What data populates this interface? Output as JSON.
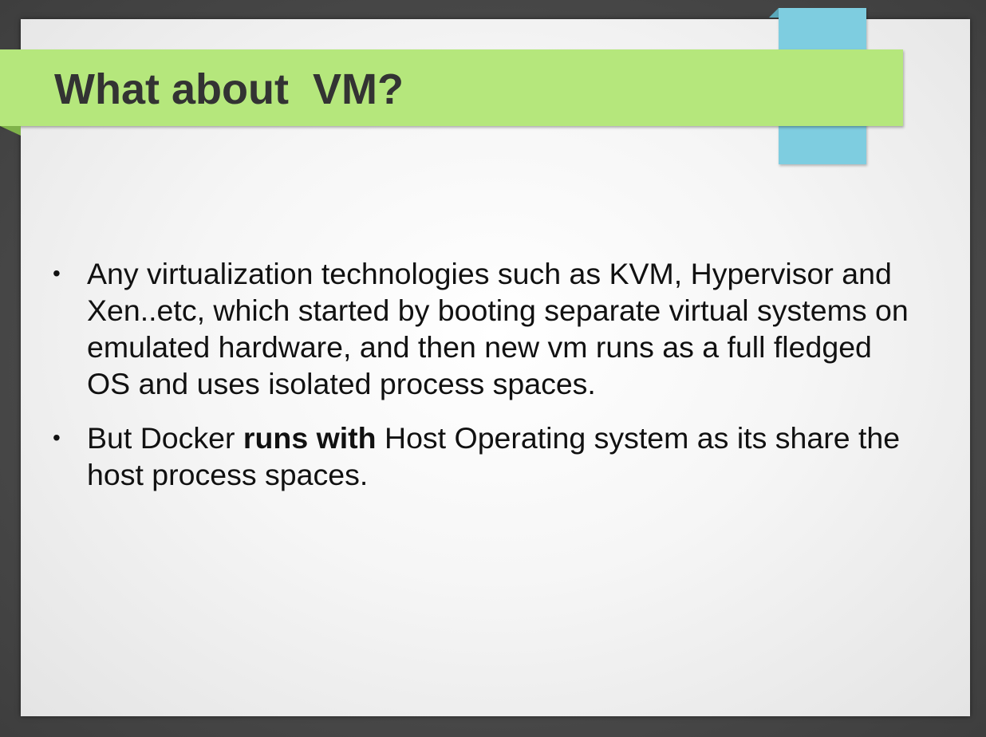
{
  "slide": {
    "title": "What about  VM?",
    "bullets": [
      {
        "text": "Any virtualization technologies such as KVM, Hypervisor and Xen..etc, which started by booting separate virtual systems on emulated hardware, and then new vm runs as a full fledged OS and uses isolated process spaces."
      },
      {
        "text_before": "But Docker ",
        "text_bold": "runs with",
        "text_after": " Host Operating system as its share the host process spaces."
      }
    ],
    "bullet_symbol": "•"
  },
  "colors": {
    "title_band": "#b5e77c",
    "accent_tab": "#7ecde0",
    "title_text": "#333333",
    "body_text": "#111111"
  }
}
